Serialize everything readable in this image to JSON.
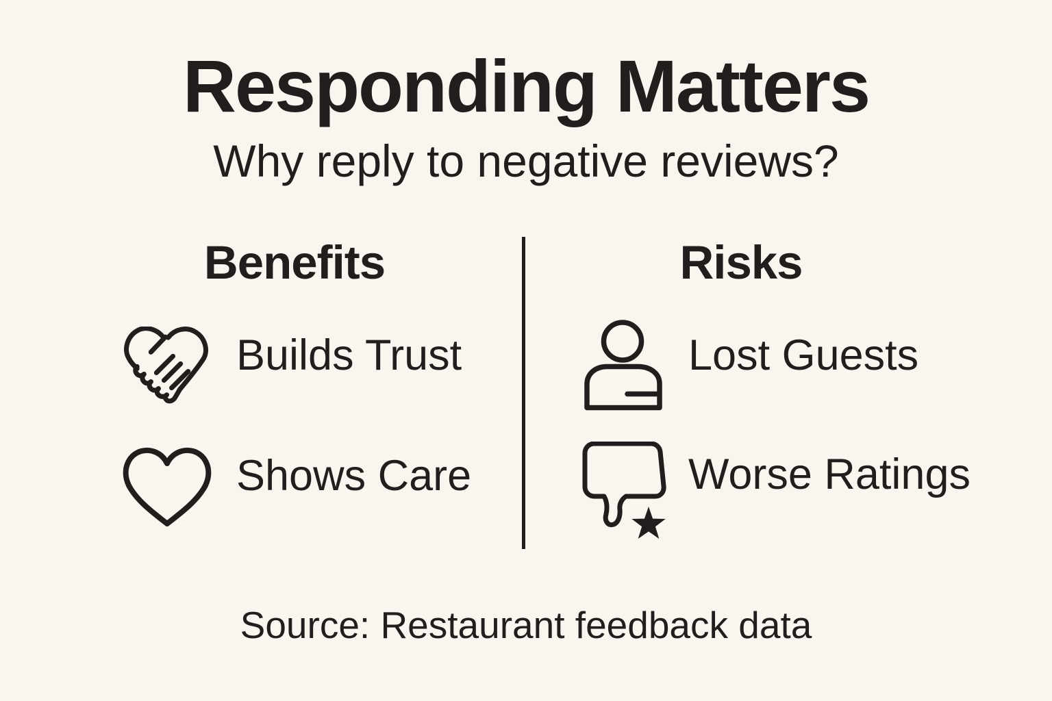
{
  "infographic": {
    "title": "Responding Matters",
    "subtitle": "Why reply to negative reviews?",
    "source": "Source: Restaurant feedback data"
  },
  "benefits": {
    "header": "Benefits",
    "items": [
      {
        "icon": "handshake-heart-icon",
        "label": "Builds Trust"
      },
      {
        "icon": "heart-icon",
        "label": "Shows Care"
      }
    ]
  },
  "risks": {
    "header": "Risks",
    "items": [
      {
        "icon": "person-icon",
        "label": "Lost Guests"
      },
      {
        "icon": "thumbs-down-star-icon",
        "label": "Worse Ratings"
      }
    ]
  },
  "colors": {
    "background": "#f9f6f0",
    "ink": "#211e1d"
  }
}
